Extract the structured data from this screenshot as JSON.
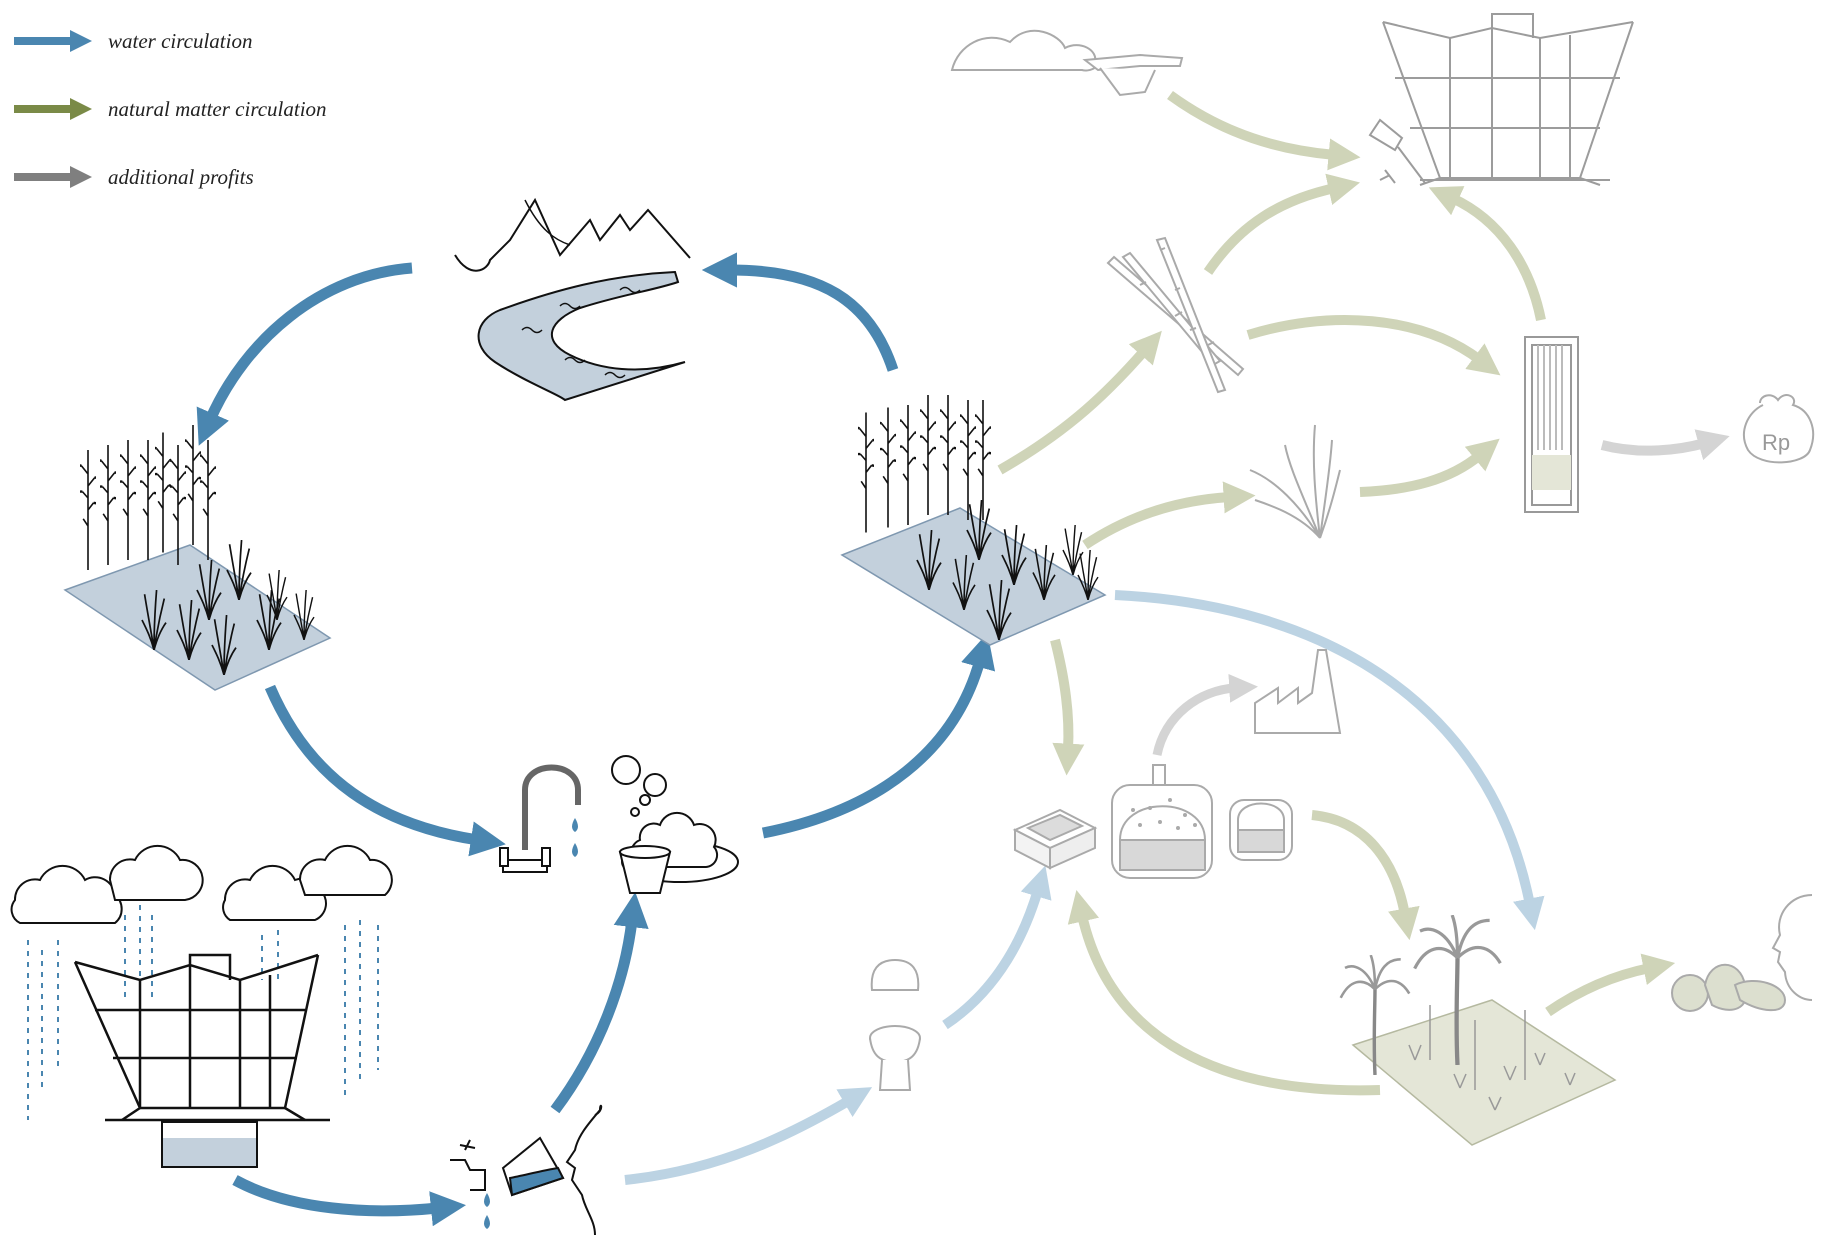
{
  "legend": {
    "items": [
      {
        "label": "water circulation",
        "color": "#4a86b0"
      },
      {
        "label": "natural matter circulation",
        "color": "#7a8a47"
      },
      {
        "label": "additional profits",
        "color": "#7f7f7f"
      }
    ]
  },
  "colors": {
    "water": "#4a86b0",
    "water_faded": "#bcd3e3",
    "matter_faded": "#cfd4b8",
    "profit_faded": "#d4d4d4",
    "pool_fill": "#c3d0dc",
    "garden_fill": "#e4e6d7"
  },
  "nodes": {
    "mountain_river": "mountain-river",
    "wetland_left": "constructed-wetland",
    "wetland_right": "constructed-wetland-harvest",
    "rain_building": "rainwater-harvesting-building",
    "tap_faucet": "kitchen-faucet",
    "washing": "washing-basin",
    "drinking": "drinking-water",
    "toilet": "toilet",
    "biodigester": "biogas-digester",
    "factory": "factory",
    "garden": "garden-plot",
    "produce": "fruits-vegetables",
    "bamboo": "bamboo-poles",
    "grass": "reed-grass",
    "panel": "woven-panel",
    "building_top": "building-construction",
    "clay": "clay-pile",
    "money": "money-bag"
  },
  "money_label": "Rp"
}
